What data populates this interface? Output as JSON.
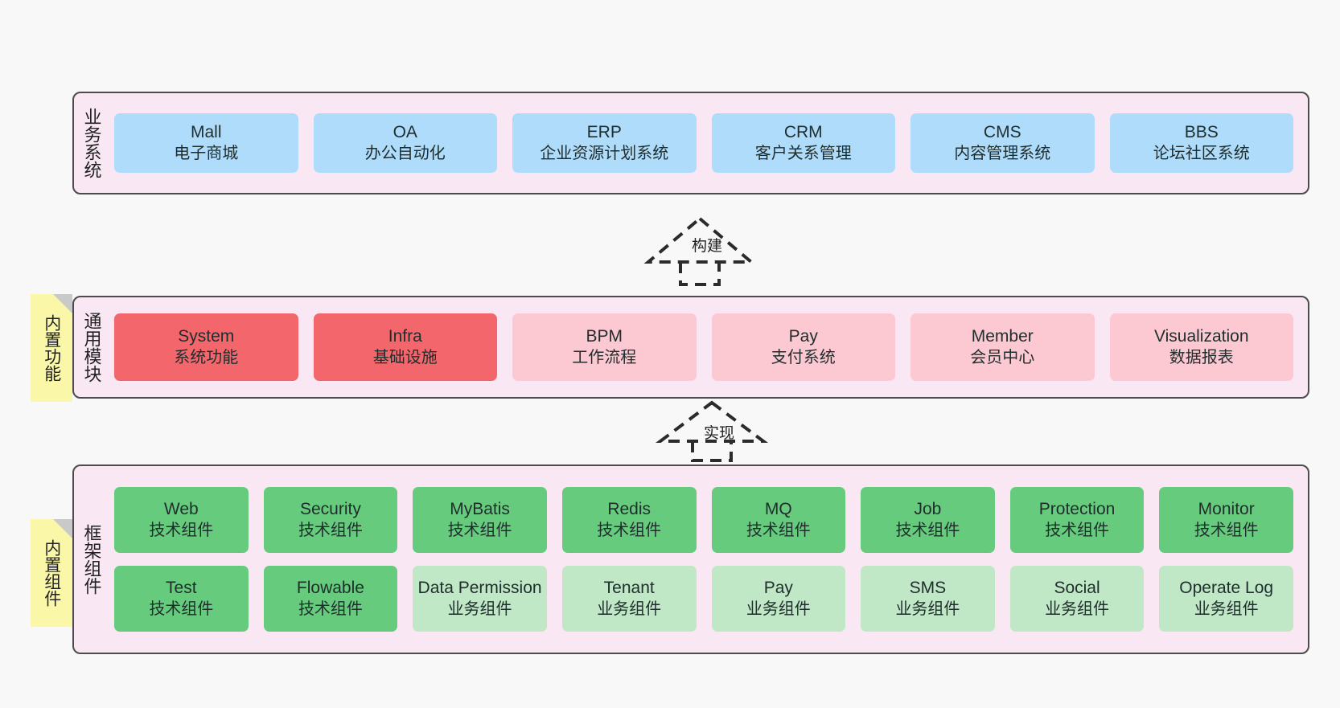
{
  "diagram": {
    "background": "#f8f8f8",
    "panel_fill": "#f9e8f4",
    "panel_border": "#4c4c4c",
    "note_fill": "#fbf7a8"
  },
  "notes": [
    {
      "name": "builtin-function-note",
      "label": "内置功能"
    },
    {
      "name": "builtin-component-note",
      "label": "内置组件"
    }
  ],
  "connectors": [
    {
      "name": "build-connector",
      "label": "构建"
    },
    {
      "name": "implement-connector",
      "label": "实现"
    }
  ],
  "layers": [
    {
      "id": "business-system",
      "title": "业务系统",
      "rows": [
        {
          "nodes": [
            {
              "en": "Mall",
              "cn": "电子商城",
              "color": "#afdcfb",
              "color_class": "c-blue"
            },
            {
              "en": "OA",
              "cn": "办公自动化",
              "color": "#afdcfb",
              "color_class": "c-blue"
            },
            {
              "en": "ERP",
              "cn": "企业资源计划系统",
              "color": "#afdcfb",
              "color_class": "c-blue"
            },
            {
              "en": "CRM",
              "cn": "客户关系管理",
              "color": "#afdcfb",
              "color_class": "c-blue"
            },
            {
              "en": "CMS",
              "cn": "内容管理系统",
              "color": "#afdcfb",
              "color_class": "c-blue"
            },
            {
              "en": "BBS",
              "cn": "论坛社区系统",
              "color": "#afdcfb",
              "color_class": "c-blue"
            }
          ]
        }
      ]
    },
    {
      "id": "common-module",
      "title": "通用模块",
      "rows": [
        {
          "nodes": [
            {
              "en": "System",
              "cn": "系统功能",
              "color": "#f3666c",
              "color_class": "c-red"
            },
            {
              "en": "Infra",
              "cn": "基础设施",
              "color": "#f3666c",
              "color_class": "c-red"
            },
            {
              "en": "BPM",
              "cn": "工作流程",
              "color": "#fcc9d2",
              "color_class": "c-pink"
            },
            {
              "en": "Pay",
              "cn": "支付系统",
              "color": "#fcc9d2",
              "color_class": "c-pink"
            },
            {
              "en": "Member",
              "cn": "会员中心",
              "color": "#fcc9d2",
              "color_class": "c-pink"
            },
            {
              "en": "Visualization",
              "cn": "数据报表",
              "color": "#fcc9d2",
              "color_class": "c-pink"
            }
          ]
        }
      ]
    },
    {
      "id": "framework-component",
      "title": "框架组件",
      "rows": [
        {
          "nodes": [
            {
              "en": "Web",
              "cn": "技术组件",
              "color": "#66cb7d",
              "color_class": "c-green"
            },
            {
              "en": "Security",
              "cn": "技术组件",
              "color": "#66cb7d",
              "color_class": "c-green"
            },
            {
              "en": "MyBatis",
              "cn": "技术组件",
              "color": "#66cb7d",
              "color_class": "c-green"
            },
            {
              "en": "Redis",
              "cn": "技术组件",
              "color": "#66cb7d",
              "color_class": "c-green"
            },
            {
              "en": "MQ",
              "cn": "技术组件",
              "color": "#66cb7d",
              "color_class": "c-green"
            },
            {
              "en": "Job",
              "cn": "技术组件",
              "color": "#66cb7d",
              "color_class": "c-green"
            },
            {
              "en": "Protection",
              "cn": "技术组件",
              "color": "#66cb7d",
              "color_class": "c-green"
            },
            {
              "en": "Monitor",
              "cn": "技术组件",
              "color": "#66cb7d",
              "color_class": "c-green"
            }
          ]
        },
        {
          "nodes": [
            {
              "en": "Test",
              "cn": "技术组件",
              "color": "#66cb7d",
              "color_class": "c-green"
            },
            {
              "en": "Flowable",
              "cn": "技术组件",
              "color": "#66cb7d",
              "color_class": "c-green"
            },
            {
              "en": "Data Permission",
              "cn": "业务组件",
              "color": "#c0e8c6",
              "color_class": "c-lightgreen"
            },
            {
              "en": "Tenant",
              "cn": "业务组件",
              "color": "#c0e8c6",
              "color_class": "c-lightgreen"
            },
            {
              "en": "Pay",
              "cn": "业务组件",
              "color": "#c0e8c6",
              "color_class": "c-lightgreen"
            },
            {
              "en": "SMS",
              "cn": "业务组件",
              "color": "#c0e8c6",
              "color_class": "c-lightgreen"
            },
            {
              "en": "Social",
              "cn": "业务组件",
              "color": "#c0e8c6",
              "color_class": "c-lightgreen"
            },
            {
              "en": "Operate Log",
              "cn": "业务组件",
              "color": "#c0e8c6",
              "color_class": "c-lightgreen"
            }
          ]
        }
      ]
    }
  ]
}
